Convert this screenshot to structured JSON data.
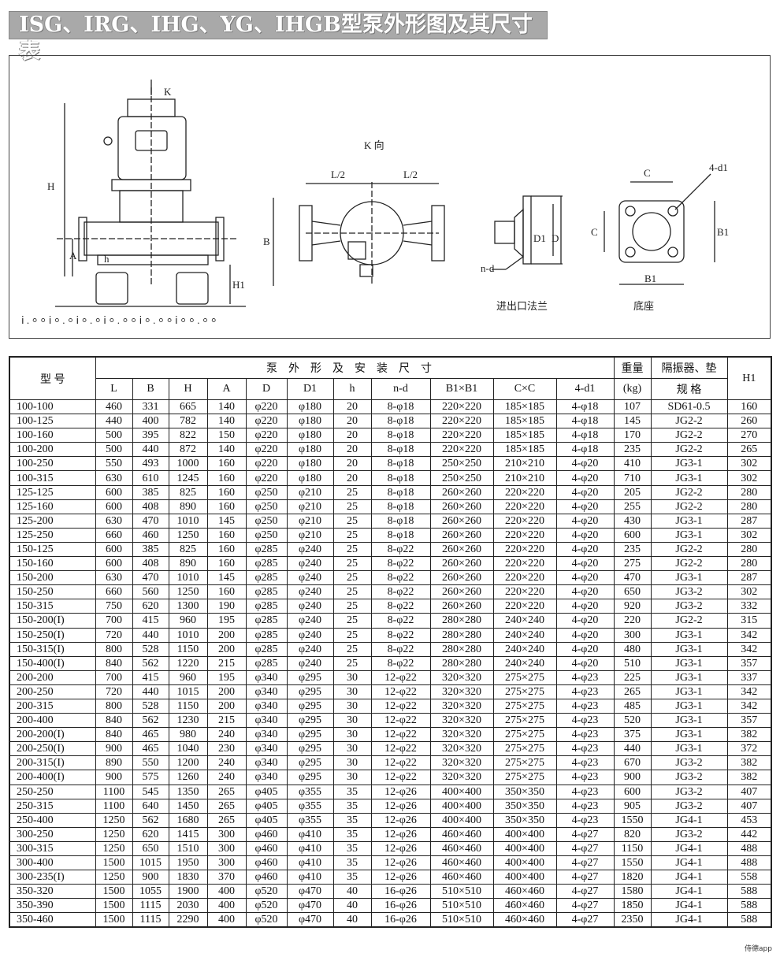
{
  "title": "ISG、IRG、IHG、YG、IHGB型泵外形图及其尺寸表",
  "drawing": {
    "labels": {
      "k": "K",
      "k_view": "K 向",
      "l_half_left": "L/2",
      "l_half_right": "L/2",
      "h_total": "H",
      "a": "A",
      "h_small": "h",
      "h1": "H1",
      "b": "B",
      "d1": "D1",
      "d": "D",
      "nd": "n-d",
      "flange_caption": "进出口法兰",
      "c_top": "C",
      "c_left": "C",
      "four_d1": "4-d1",
      "b1_right": "B1",
      "b1_bottom": "B1",
      "base_caption": "底座"
    }
  },
  "table": {
    "header": {
      "model": "型 号",
      "group": "泵外形及安装尺寸",
      "weight_top": "重量",
      "weight_bottom": "(kg)",
      "spec_top": "隔振器、垫",
      "spec_bottom": "规 格",
      "h1": "H1",
      "columns": [
        "L",
        "B",
        "H",
        "A",
        "D",
        "D1",
        "h",
        "n-d",
        "B1×B1",
        "C×C",
        "4-d1"
      ]
    },
    "rows": [
      [
        "100-100",
        "460",
        "331",
        "665",
        "140",
        "φ220",
        "φ180",
        "20",
        "8-φ18",
        "220×220",
        "185×185",
        "4-φ18",
        "107",
        "SD61-0.5",
        "160"
      ],
      [
        "100-125",
        "440",
        "400",
        "782",
        "140",
        "φ220",
        "φ180",
        "20",
        "8-φ18",
        "220×220",
        "185×185",
        "4-φ18",
        "145",
        "JG2-2",
        "260"
      ],
      [
        "100-160",
        "500",
        "395",
        "822",
        "150",
        "φ220",
        "φ180",
        "20",
        "8-φ18",
        "220×220",
        "185×185",
        "4-φ18",
        "170",
        "JG2-2",
        "270"
      ],
      [
        "100-200",
        "500",
        "440",
        "872",
        "140",
        "φ220",
        "φ180",
        "20",
        "8-φ18",
        "220×220",
        "185×185",
        "4-φ18",
        "235",
        "JG2-2",
        "265"
      ],
      [
        "100-250",
        "550",
        "493",
        "1000",
        "160",
        "φ220",
        "φ180",
        "20",
        "8-φ18",
        "250×250",
        "210×210",
        "4-φ20",
        "410",
        "JG3-1",
        "302"
      ],
      [
        "100-315",
        "630",
        "610",
        "1245",
        "160",
        "φ220",
        "φ180",
        "20",
        "8-φ18",
        "250×250",
        "210×210",
        "4-φ20",
        "710",
        "JG3-1",
        "302"
      ],
      [
        "125-125",
        "600",
        "385",
        "825",
        "160",
        "φ250",
        "φ210",
        "25",
        "8-φ18",
        "260×260",
        "220×220",
        "4-φ20",
        "205",
        "JG2-2",
        "280"
      ],
      [
        "125-160",
        "600",
        "408",
        "890",
        "160",
        "φ250",
        "φ210",
        "25",
        "8-φ18",
        "260×260",
        "220×220",
        "4-φ20",
        "255",
        "JG2-2",
        "280"
      ],
      [
        "125-200",
        "630",
        "470",
        "1010",
        "145",
        "φ250",
        "φ210",
        "25",
        "8-φ18",
        "260×260",
        "220×220",
        "4-φ20",
        "430",
        "JG3-1",
        "287"
      ],
      [
        "125-250",
        "660",
        "460",
        "1250",
        "160",
        "φ250",
        "φ210",
        "25",
        "8-φ18",
        "260×260",
        "220×220",
        "4-φ20",
        "600",
        "JG3-1",
        "302"
      ],
      [
        "150-125",
        "600",
        "385",
        "825",
        "160",
        "φ285",
        "φ240",
        "25",
        "8-φ22",
        "260×260",
        "220×220",
        "4-φ20",
        "235",
        "JG2-2",
        "280"
      ],
      [
        "150-160",
        "600",
        "408",
        "890",
        "160",
        "φ285",
        "φ240",
        "25",
        "8-φ22",
        "260×260",
        "220×220",
        "4-φ20",
        "275",
        "JG2-2",
        "280"
      ],
      [
        "150-200",
        "630",
        "470",
        "1010",
        "145",
        "φ285",
        "φ240",
        "25",
        "8-φ22",
        "260×260",
        "220×220",
        "4-φ20",
        "470",
        "JG3-1",
        "287"
      ],
      [
        "150-250",
        "660",
        "560",
        "1250",
        "160",
        "φ285",
        "φ240",
        "25",
        "8-φ22",
        "260×260",
        "220×220",
        "4-φ20",
        "650",
        "JG3-2",
        "302"
      ],
      [
        "150-315",
        "750",
        "620",
        "1300",
        "190",
        "φ285",
        "φ240",
        "25",
        "8-φ22",
        "260×260",
        "220×220",
        "4-φ20",
        "920",
        "JG3-2",
        "332"
      ],
      [
        "150-200(I)",
        "700",
        "415",
        "960",
        "195",
        "φ285",
        "φ240",
        "25",
        "8-φ22",
        "280×280",
        "240×240",
        "4-φ20",
        "220",
        "JG2-2",
        "315"
      ],
      [
        "150-250(I)",
        "720",
        "440",
        "1010",
        "200",
        "φ285",
        "φ240",
        "25",
        "8-φ22",
        "280×280",
        "240×240",
        "4-φ20",
        "300",
        "JG3-1",
        "342"
      ],
      [
        "150-315(I)",
        "800",
        "528",
        "1150",
        "200",
        "φ285",
        "φ240",
        "25",
        "8-φ22",
        "280×280",
        "240×240",
        "4-φ20",
        "480",
        "JG3-1",
        "342"
      ],
      [
        "150-400(I)",
        "840",
        "562",
        "1220",
        "215",
        "φ285",
        "φ240",
        "25",
        "8-φ22",
        "280×280",
        "240×240",
        "4-φ20",
        "510",
        "JG3-1",
        "357"
      ],
      [
        "200-200",
        "700",
        "415",
        "960",
        "195",
        "φ340",
        "φ295",
        "30",
        "12-φ22",
        "320×320",
        "275×275",
        "4-φ23",
        "225",
        "JG3-1",
        "337"
      ],
      [
        "200-250",
        "720",
        "440",
        "1015",
        "200",
        "φ340",
        "φ295",
        "30",
        "12-φ22",
        "320×320",
        "275×275",
        "4-φ23",
        "265",
        "JG3-1",
        "342"
      ],
      [
        "200-315",
        "800",
        "528",
        "1150",
        "200",
        "φ340",
        "φ295",
        "30",
        "12-φ22",
        "320×320",
        "275×275",
        "4-φ23",
        "485",
        "JG3-1",
        "342"
      ],
      [
        "200-400",
        "840",
        "562",
        "1230",
        "215",
        "φ340",
        "φ295",
        "30",
        "12-φ22",
        "320×320",
        "275×275",
        "4-φ23",
        "520",
        "JG3-1",
        "357"
      ],
      [
        "200-200(I)",
        "840",
        "465",
        "980",
        "240",
        "φ340",
        "φ295",
        "30",
        "12-φ22",
        "320×320",
        "275×275",
        "4-φ23",
        "375",
        "JG3-1",
        "382"
      ],
      [
        "200-250(I)",
        "900",
        "465",
        "1040",
        "230",
        "φ340",
        "φ295",
        "30",
        "12-φ22",
        "320×320",
        "275×275",
        "4-φ23",
        "440",
        "JG3-1",
        "372"
      ],
      [
        "200-315(I)",
        "890",
        "550",
        "1200",
        "240",
        "φ340",
        "φ295",
        "30",
        "12-φ22",
        "320×320",
        "275×275",
        "4-φ23",
        "670",
        "JG3-2",
        "382"
      ],
      [
        "200-400(I)",
        "900",
        "575",
        "1260",
        "240",
        "φ340",
        "φ295",
        "30",
        "12-φ22",
        "320×320",
        "275×275",
        "4-φ23",
        "900",
        "JG3-2",
        "382"
      ],
      [
        "250-250",
        "1100",
        "545",
        "1350",
        "265",
        "φ405",
        "φ355",
        "35",
        "12-φ26",
        "400×400",
        "350×350",
        "4-φ23",
        "600",
        "JG3-2",
        "407"
      ],
      [
        "250-315",
        "1100",
        "640",
        "1450",
        "265",
        "φ405",
        "φ355",
        "35",
        "12-φ26",
        "400×400",
        "350×350",
        "4-φ23",
        "905",
        "JG3-2",
        "407"
      ],
      [
        "250-400",
        "1250",
        "562",
        "1680",
        "265",
        "φ405",
        "φ355",
        "35",
        "12-φ26",
        "400×400",
        "350×350",
        "4-φ23",
        "1550",
        "JG4-1",
        "453"
      ],
      [
        "300-250",
        "1250",
        "620",
        "1415",
        "300",
        "φ460",
        "φ410",
        "35",
        "12-φ26",
        "460×460",
        "400×400",
        "4-φ27",
        "820",
        "JG3-2",
        "442"
      ],
      [
        "300-315",
        "1250",
        "650",
        "1510",
        "300",
        "φ460",
        "φ410",
        "35",
        "12-φ26",
        "460×460",
        "400×400",
        "4-φ27",
        "1150",
        "JG4-1",
        "488"
      ],
      [
        "300-400",
        "1500",
        "1015",
        "1950",
        "300",
        "φ460",
        "φ410",
        "35",
        "12-φ26",
        "460×460",
        "400×400",
        "4-φ27",
        "1550",
        "JG4-1",
        "488"
      ],
      [
        "300-235(I)",
        "1250",
        "900",
        "1830",
        "370",
        "φ460",
        "φ410",
        "35",
        "12-φ26",
        "460×460",
        "400×400",
        "4-φ27",
        "1820",
        "JG4-1",
        "558"
      ],
      [
        "350-320",
        "1500",
        "1055",
        "1900",
        "400",
        "φ520",
        "φ470",
        "40",
        "16-φ26",
        "510×510",
        "460×460",
        "4-φ27",
        "1580",
        "JG4-1",
        "588"
      ],
      [
        "350-390",
        "1500",
        "1115",
        "2030",
        "400",
        "φ520",
        "φ470",
        "40",
        "16-φ26",
        "510×510",
        "460×460",
        "4-φ27",
        "1850",
        "JG4-1",
        "588"
      ],
      [
        "350-460",
        "1500",
        "1115",
        "2290",
        "400",
        "φ520",
        "φ470",
        "40",
        "16-φ26",
        "510×510",
        "460×460",
        "4-φ27",
        "2350",
        "JG4-1",
        "588"
      ]
    ]
  },
  "watermark": "侍德app"
}
